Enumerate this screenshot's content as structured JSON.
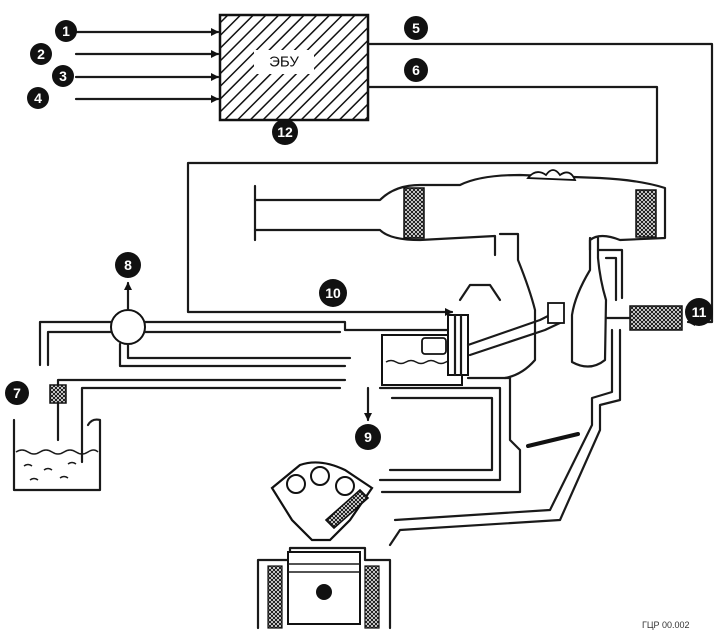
{
  "ecu": {
    "label": "ЭБУ"
  },
  "callouts": [
    "1",
    "2",
    "3",
    "4",
    "5",
    "6",
    "7",
    "8",
    "9",
    "10",
    "11",
    "12"
  ],
  "footer": {
    "code": "ГЦР 00.002"
  }
}
